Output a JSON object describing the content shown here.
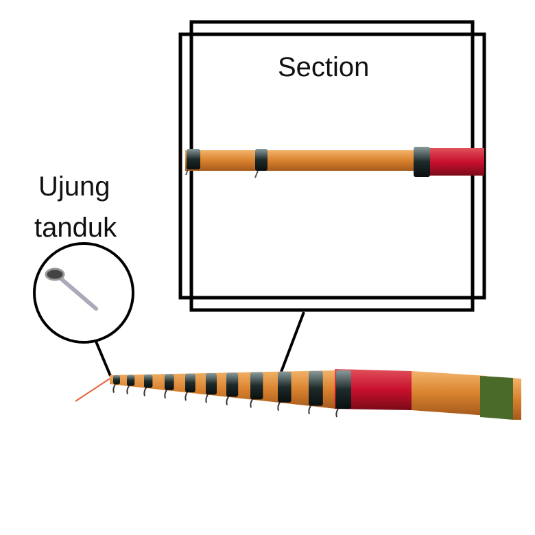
{
  "section_label": "Section",
  "tip_label_line1": "Ujung",
  "tip_label_line2": "tanduk",
  "colors": {
    "rod_orange": "#d98a3a",
    "rod_red": "#c8102e",
    "band_dark": "#1e2a2a",
    "band_green": "#4a6a2a",
    "outline": "#000000"
  }
}
